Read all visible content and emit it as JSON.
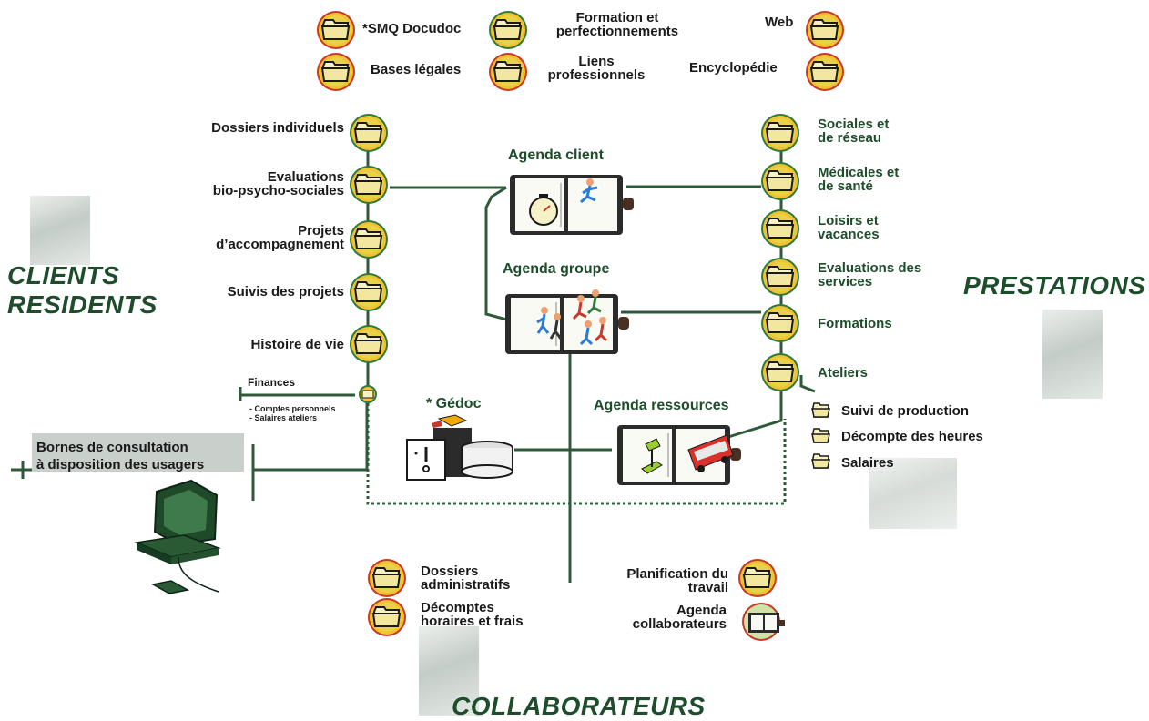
{
  "top_links": [
    {
      "label": "*SMQ Docudoc"
    },
    {
      "label": "Formation et\nperfectionnements"
    },
    {
      "label": "Web"
    },
    {
      "label": "Bases légales"
    },
    {
      "label": "Liens\nprofessionnels"
    },
    {
      "label": "Encyclopédie"
    }
  ],
  "clients": {
    "title": "CLIENTS\nRESIDENTS",
    "items": [
      {
        "label": "Dossiers individuels"
      },
      {
        "label": "Evaluations\nbio-psycho-sociales"
      },
      {
        "label": "Projets\nd’accompagnement"
      },
      {
        "label": "Suivis des projets"
      },
      {
        "label": "Histoire de vie"
      }
    ],
    "finances": {
      "title": "Finances",
      "sub": "- Comptes personnels\n- Salaires ateliers"
    },
    "bornes": "Bornes de consultation\nà disposition des usagers"
  },
  "agendas": {
    "client": "Agenda client",
    "groupe": "Agenda groupe",
    "ressources": "Agenda ressources",
    "gedoc": "* Gédoc"
  },
  "prestations": {
    "title": "PRESTATIONS",
    "items": [
      {
        "label": "Sociales et\nde réseau"
      },
      {
        "label": "Médicales et\nde santé"
      },
      {
        "label": "Loisirs et\nvacances"
      },
      {
        "label": "Evaluations des\nservices"
      },
      {
        "label": "Formations"
      },
      {
        "label": "Ateliers"
      }
    ],
    "ateliers_sub": [
      {
        "label": "Suivi de production"
      },
      {
        "label": "Décompte des heures"
      },
      {
        "label": "Salaires"
      }
    ]
  },
  "collaborateurs": {
    "title": "COLLABORATEURS",
    "left_items": [
      {
        "label": "Dossiers\nadministratifs"
      },
      {
        "label": "Décomptes\nhoraires et frais"
      }
    ],
    "right_items": [
      {
        "label": "Planification du\ntravail"
      },
      {
        "label": "Agenda\ncollaborateurs"
      }
    ]
  },
  "colors": {
    "green_dark": "#1e4d2b",
    "line_green": "#2f5a3a",
    "ring_red": "#c8382b",
    "ring_yellow": "#f2c230",
    "folder_fill": "#f7f1c4"
  },
  "icons": [
    "folder-icon",
    "agenda-icon",
    "computer-icon",
    "gedoc-icon",
    "stopwatch-icon",
    "bus-icon"
  ]
}
